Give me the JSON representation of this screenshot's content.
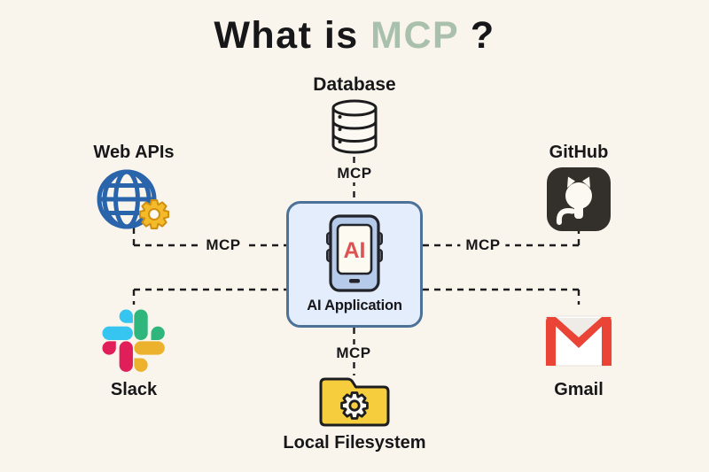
{
  "title": {
    "prefix": "What is ",
    "highlight": "MCP",
    "suffix": " ?"
  },
  "center": {
    "label": "AI Application",
    "device_label": "AI"
  },
  "nodes": {
    "database": {
      "label": "Database"
    },
    "web_apis": {
      "label": "Web APIs"
    },
    "github": {
      "label": "GitHub"
    },
    "slack": {
      "label": "Slack"
    },
    "gmail": {
      "label": "Gmail"
    },
    "filesystem": {
      "label": "Local Filesystem"
    }
  },
  "connections": [
    {
      "from": "database",
      "to": "ai_application",
      "label": "MCP"
    },
    {
      "from": "web_apis",
      "to": "ai_application",
      "label": "MCP"
    },
    {
      "from": "github",
      "to": "ai_application",
      "label": "MCP"
    },
    {
      "from": "filesystem",
      "to": "ai_application",
      "label": "MCP"
    }
  ],
  "colors": {
    "background": "#faf5ec",
    "text": "#17171a",
    "title_highlight": "#a9c0ad",
    "line": "#1d1d1f",
    "box_border": "#4d7299",
    "box_fill": "#e3edfb",
    "device_fill": "#b6cbea",
    "screen_fill": "#fdfaf1",
    "ai_red": "#dc5353",
    "globe_blue": "#2a64ab",
    "gear_gold": "#f3bb2a",
    "gear_gold_edge": "#cf8f13",
    "github_dark": "#33302c",
    "icon_white": "#fcf9f2",
    "slack_blue": "#36C5F0",
    "slack_green": "#2EB67D",
    "slack_yellow": "#ECB22E",
    "slack_red": "#E01E5A",
    "gmail_red": "#e94435",
    "folder_yellow": "#f6cd3d"
  }
}
